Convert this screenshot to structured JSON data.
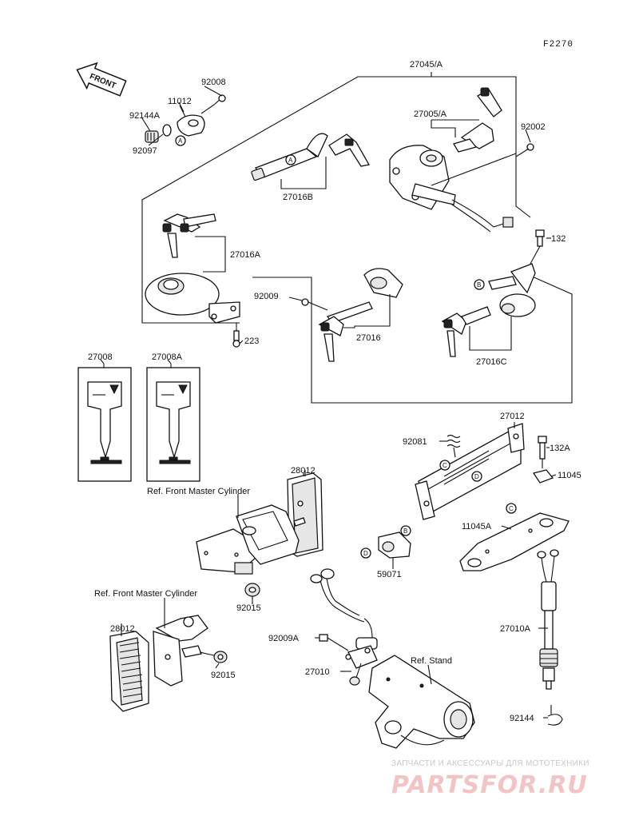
{
  "diagram_code": "F2270",
  "front_label": "FRONT",
  "parts": {
    "p27045A": "27045/A",
    "p92008": "92008",
    "p11012": "11012",
    "p92144A": "92144A",
    "p92097": "92097",
    "p27005A": "27005/A",
    "p92002": "92002",
    "p27016B": "27016B",
    "p132": "132",
    "p27016A": "27016A",
    "p92009": "92009",
    "p223": "223",
    "p27016": "27016",
    "p27016C": "27016C",
    "p27008": "27008",
    "p27008A": "27008A",
    "p27012": "27012",
    "p92081": "92081",
    "p132A": "132A",
    "p11045": "11045",
    "p28012_top": "28012",
    "p11045A": "11045A",
    "p59071": "59071",
    "p92015_top": "92015",
    "p28012_bottom": "28012",
    "p92015_bottom": "92015",
    "p92009A": "92009A",
    "p27010A": "27010A",
    "p27010": "27010",
    "p92144": "92144"
  },
  "refs": {
    "ref_fmc_top": "Ref. Front Master Cylinder",
    "ref_fmc_bottom": "Ref. Front Master Cylinder",
    "ref_stand": "Ref. Stand"
  },
  "callouts": {
    "a": "A",
    "b": "B",
    "c": "C",
    "d": "D"
  },
  "watermark": {
    "tagline": "ЗАПЧАСТИ И АКСЕССУАРЫ ДЛЯ МОТОТЕХНИКИ",
    "logo": "PARTSFOR.RU"
  }
}
